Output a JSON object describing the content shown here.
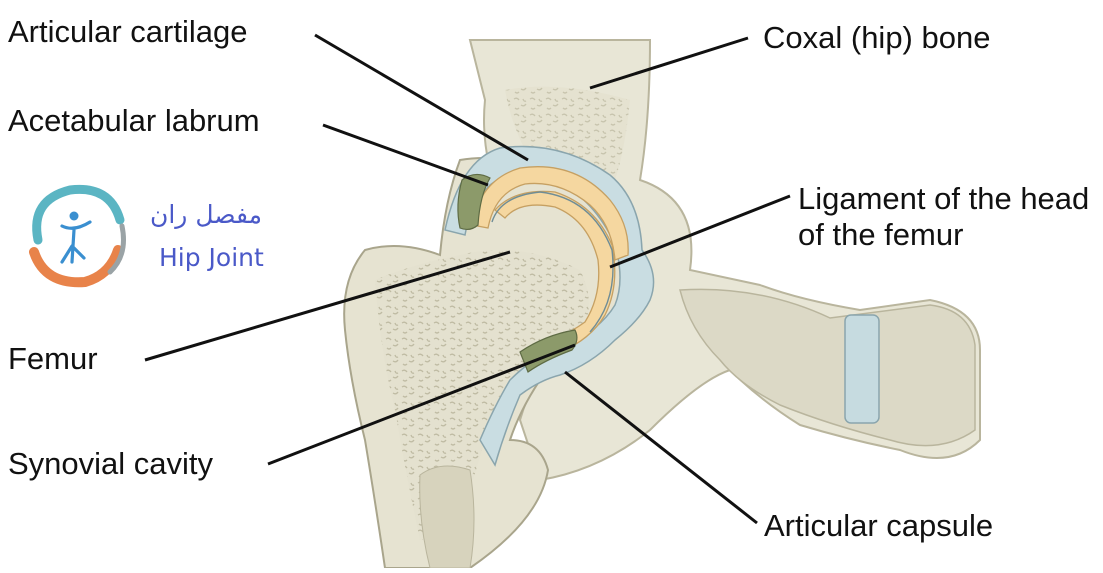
{
  "diagram": {
    "labels": {
      "articular_cartilage": "Articular cartilage",
      "acetabular_labrum": "Acetabular labrum",
      "femur": "Femur",
      "synovial_cavity": "Synovial cavity",
      "coxal_bone": "Coxal (hip) bone",
      "ligament_head_femur": "Ligament of the head of the femur",
      "articular_capsule": "Articular capsule"
    },
    "colors": {
      "bone": "#e8e6d6",
      "bone_dark": "#d9d6c2",
      "cartilage": "#f5d7a0",
      "labrum": "#8c9a6a",
      "capsule": "#c9dde2",
      "leader": "#111111"
    }
  },
  "logo": {
    "text_fa": "مفصل ران",
    "text_en": "Hip Joint",
    "icon": "human-figure-icon",
    "colors": {
      "teal": "#5bb5c3",
      "orange": "#e8834a",
      "text": "#4a59c8"
    }
  }
}
